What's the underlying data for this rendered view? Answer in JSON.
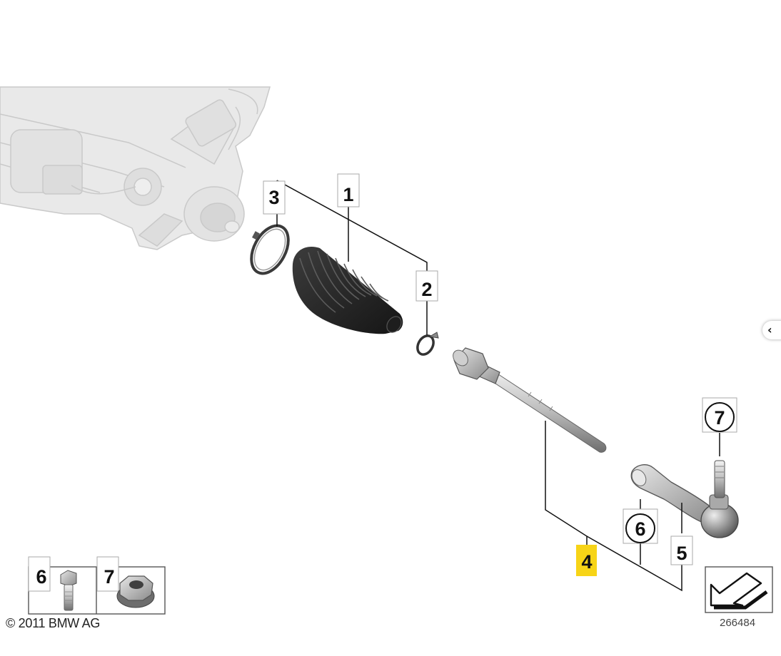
{
  "callouts": {
    "tie_rod_boot": "1",
    "boot_clamp_small": "2",
    "boot_clamp_large": "3",
    "tie_rod_assembly": "4",
    "tie_rod_end": "5",
    "bolt": "6",
    "nut": "7"
  },
  "legend": {
    "bolt": "6",
    "nut": "7"
  },
  "footer": {
    "copyright": "© 2011 BMW AG",
    "diagram_number": "266484"
  },
  "nav": {
    "collapse_label": "‹"
  },
  "colors": {
    "highlight": "#f7d417",
    "line": "#111111",
    "background_part": "#d4d4d4"
  }
}
